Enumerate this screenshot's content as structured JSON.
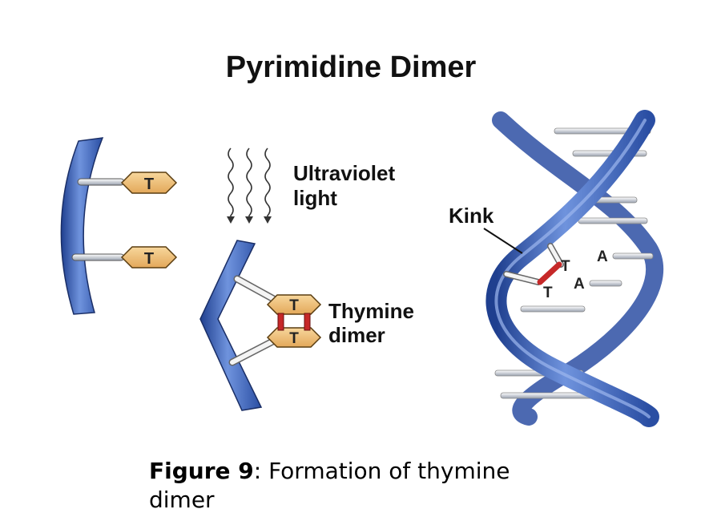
{
  "title": "Pyrimidine Dimer",
  "labels": {
    "uv": [
      "Ultraviolet",
      "light"
    ],
    "dimer": [
      "Thymine",
      "dimer"
    ],
    "kink": "Kink"
  },
  "bases": {
    "thymine": "T",
    "adenine": "A"
  },
  "caption": {
    "bold": "Figure 9",
    "rest": ": Formation of thymine dimer"
  },
  "colors": {
    "strand": "#3a5fb0",
    "base_fill": "#f2c47a",
    "bond": "#c62828"
  }
}
